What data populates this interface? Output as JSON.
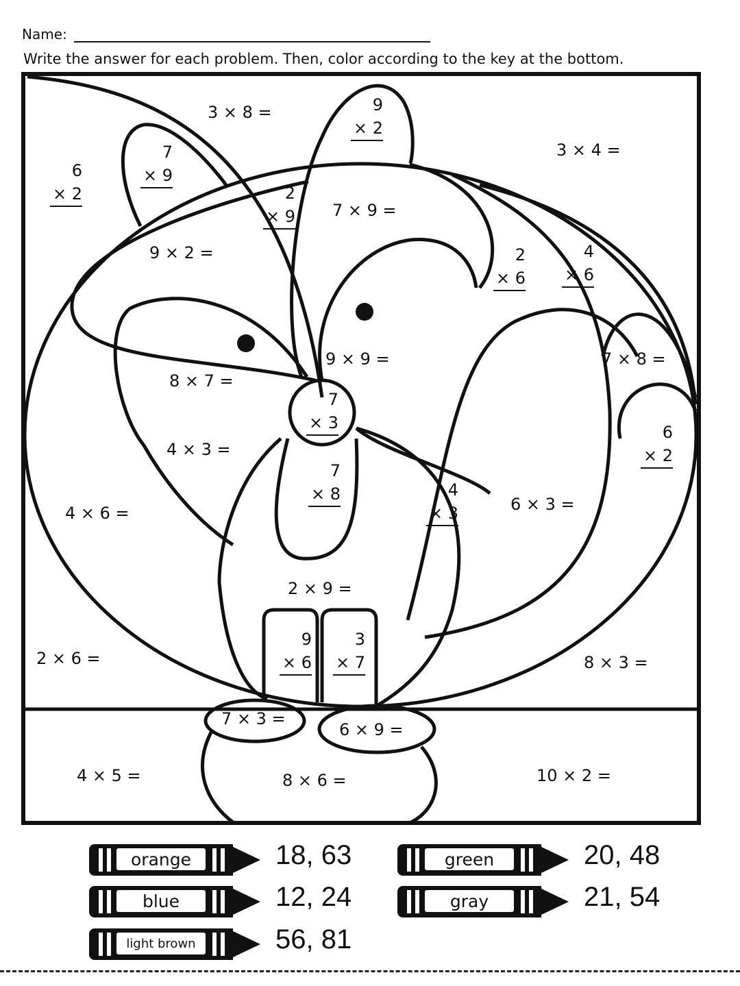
{
  "header": {
    "name_label": "Name:",
    "instructions": "Write the answer for each problem. Then, color according to the key at the bottom."
  },
  "problems": [
    {
      "text": "3 × 8 ="
    },
    {
      "top": "9",
      "bottom": "× 2"
    },
    {
      "text": "3 × 4 ="
    },
    {
      "top": "7",
      "bottom": "× 9"
    },
    {
      "top": "6",
      "bottom": "× 2"
    },
    {
      "top": "2",
      "bottom": "× 9"
    },
    {
      "text": "7 × 9 ="
    },
    {
      "text": "9 × 2 ="
    },
    {
      "top": "2",
      "bottom": "× 6"
    },
    {
      "top": "4",
      "bottom": "× 6"
    },
    {
      "text": "9 × 9 ="
    },
    {
      "text": "7 × 8 ="
    },
    {
      "text": "8 × 7 ="
    },
    {
      "top": "7",
      "bottom": "× 3"
    },
    {
      "top": "6",
      "bottom": "× 2"
    },
    {
      "text": "4 × 3 ="
    },
    {
      "top": "7",
      "bottom": "× 8"
    },
    {
      "top": "4",
      "bottom": "× 3"
    },
    {
      "text": "6 × 3 ="
    },
    {
      "text": "4 × 6 ="
    },
    {
      "text": "2 × 9 ="
    },
    {
      "top": "9",
      "bottom": "× 6"
    },
    {
      "top": "3",
      "bottom": "× 7"
    },
    {
      "text": "2 × 6 ="
    },
    {
      "text": "8 × 3 ="
    },
    {
      "text": "7 × 3 ="
    },
    {
      "text": "6 × 9 ="
    },
    {
      "text": "4 × 5 ="
    },
    {
      "text": "8 × 6 ="
    },
    {
      "text": "10 × 2 ="
    }
  ],
  "color_key": [
    {
      "color": "orange",
      "answers": "18, 63"
    },
    {
      "color": "blue",
      "answers": "12, 24"
    },
    {
      "color": "light brown",
      "answers": "56, 81"
    },
    {
      "color": "green",
      "answers": "20, 48"
    },
    {
      "color": "gray",
      "answers": "21, 54"
    }
  ]
}
